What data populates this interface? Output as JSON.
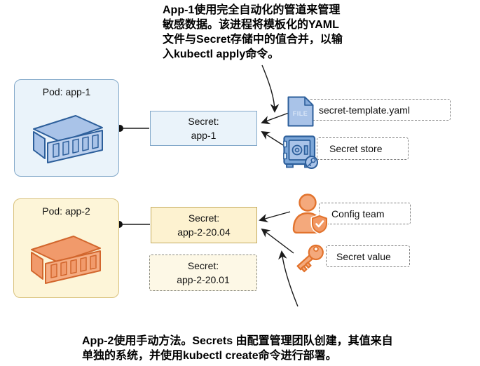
{
  "annotations": {
    "top": {
      "lines": [
        "App-1使用完全自动化的管道来管理",
        "敏感数据。该进程将模板化的YAML",
        "文件与Secret存储中的值合并，以输",
        "入kubectl apply命令。"
      ]
    },
    "bottom": {
      "lines": [
        "App-2使用手动方法。Secrets 由配置管理团队创建，其值来自",
        "单独的系统，并使用kubectl create命令进行部署。"
      ]
    }
  },
  "pods": {
    "app1": {
      "label": "Pod: app-1"
    },
    "app2": {
      "label": "Pod: app-2"
    }
  },
  "secrets": {
    "app1": {
      "title": "Secret:",
      "name": "app-1"
    },
    "app2_current": {
      "title": "Secret:",
      "name": "app-2-20.04"
    },
    "app2_old": {
      "title": "Secret:",
      "name": "app-2-20.01"
    }
  },
  "sources": {
    "yaml_template": {
      "label": "secret-template.yaml",
      "icon": "yaml-file-icon",
      "file_badge_text": "FILE"
    },
    "secret_store": {
      "label": "Secret store",
      "icon": "safe-icon"
    },
    "config_team": {
      "label": "Config team",
      "icon": "person-shield-icon"
    },
    "secret_value": {
      "label": "Secret value",
      "icon": "key-icon"
    }
  },
  "colors": {
    "blue_fill": "#eaf3fa",
    "blue_border": "#82a8c9",
    "blue_icon_fill": "#a9c3e8",
    "blue_icon_stroke": "#2d5f9b",
    "yellow_fill": "#fdf5d8",
    "yellow_border": "#d9c27d",
    "cream_fill": "#fdf2d0",
    "cream_border": "#c4ab5e",
    "old_secret_fill": "#fdf8e6",
    "orange_icon_fill": "#f4a97c",
    "orange_icon_stroke": "#e2732d",
    "dashed_border": "#808080",
    "arrow": "#1a1a1a"
  }
}
